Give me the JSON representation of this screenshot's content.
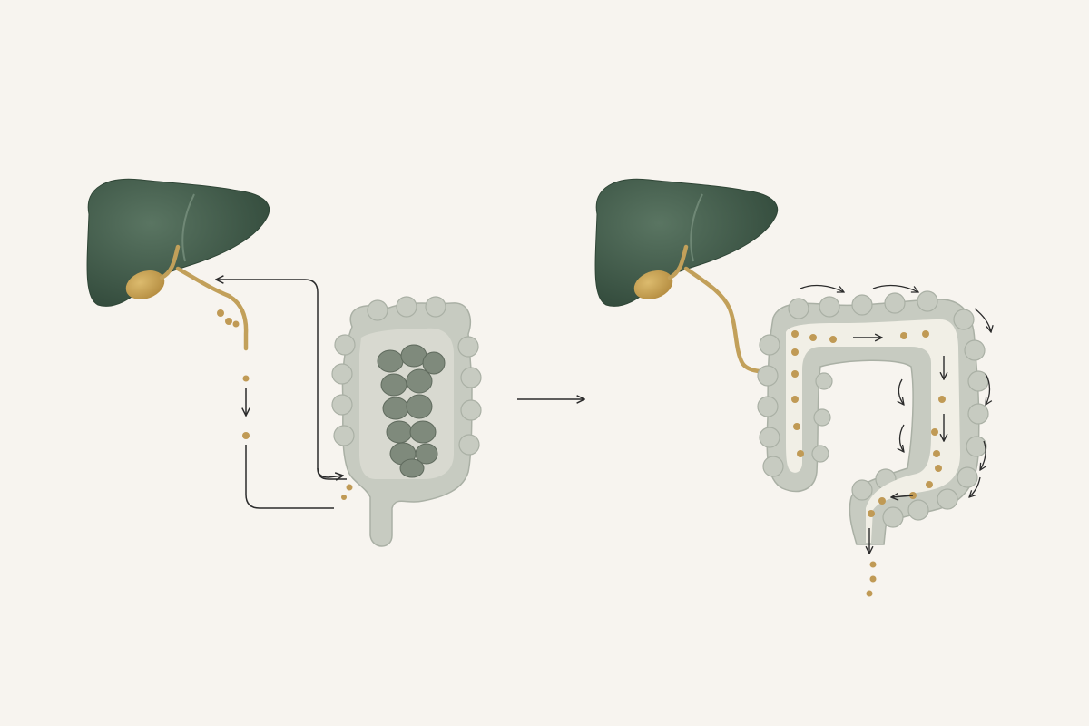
{
  "colors": {
    "background": "#f7f4ef",
    "liver": "#3f5a48",
    "liver_highlight": "#5a7562",
    "gallbladder": "#c9a455",
    "bile_duct": "#c2a05a",
    "bile_drop": "#c09a55",
    "colon_wall": "#c7cbc1",
    "colon_wall_edge": "#aab0a5",
    "colon_lumen": "#f1efe6",
    "stool": "#7f8a7c",
    "stool_edge": "#5f6a5d",
    "arrow": "#2b2b2b"
  },
  "panels": [
    {
      "id": "left",
      "state": "stagnant-colon-recirculation",
      "icons": [
        "liver-icon",
        "gallbladder-icon",
        "colon-icon",
        "stool-icon"
      ]
    },
    {
      "id": "right",
      "state": "flowing-colon-elimination",
      "icons": [
        "liver-icon",
        "gallbladder-icon",
        "colon-icon"
      ]
    }
  ],
  "transition": {
    "icon": "right-arrow-icon"
  }
}
